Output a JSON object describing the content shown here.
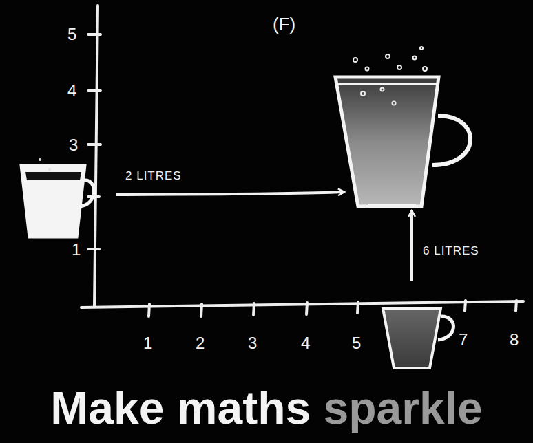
{
  "diagram": {
    "title": "Make maths sparkle",
    "labels": [
      "(F)",
      "5",
      "4",
      "3",
      "1",
      "1",
      "2",
      "3",
      "4",
      "5",
      "7",
      "8",
      "2 LITRES",
      "6 LITRES"
    ]
  }
}
